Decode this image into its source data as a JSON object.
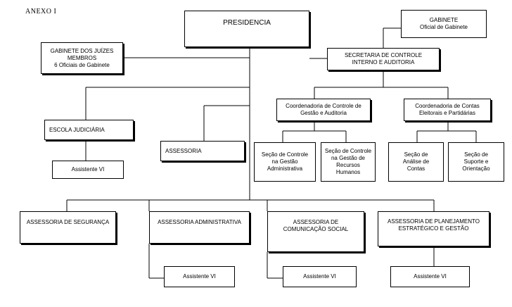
{
  "annex_label": "ANEXO I",
  "nodes": {
    "presidencia": [
      "PRESIDENCIA"
    ],
    "gabinete": [
      "GABINETE",
      "Oficial de Gabinete"
    ],
    "juizes": [
      "GABINETE DOS JUÍZES",
      "MEMBROS",
      "6 Oficiais de Gabinete"
    ],
    "secretaria": [
      "SECRETARIA DE CONTROLE",
      "INTERNO E AUDITORIA"
    ],
    "coord_controle": [
      "Coordenadoria de Controle de",
      "Gestão e Auditoria"
    ],
    "coord_contas": [
      "Coordenadoria de Contas",
      "Eleitorais e Partidárias"
    ],
    "escola": [
      "ESCOLA JUDICIÁRIA"
    ],
    "assessoria": [
      "ASSESSORIA"
    ],
    "assistente_escola": [
      "Assistente VI"
    ],
    "secao_adm": [
      "Seção de Controle",
      "na Gestão",
      "Administrativa"
    ],
    "secao_rh": [
      "Seção de Controle",
      "na Gestão de",
      "Recursos",
      "Humanos"
    ],
    "secao_analise": [
      "Seção de",
      "Análise de",
      "Contas"
    ],
    "secao_suporte": [
      "Seção de",
      "Suporte e",
      "Orientação"
    ],
    "seguranca": [
      "ASSESSORIA DE SEGURANÇA"
    ],
    "administrativa": [
      "ASSESSORIA ADMINISTRATIVA"
    ],
    "comunicacao": [
      "ASSESSORIA DE",
      "COMUNICAÇÃO SOCIAL"
    ],
    "planejamento": [
      "ASSESSORIA DE PLANEJAMENTO",
      "ESTRATÉGICO E GESTÃO"
    ],
    "assistente_adm": [
      "Assistente VI"
    ],
    "assistente_com": [
      "Assistente VI"
    ],
    "assistente_plan": [
      "Assistente VI"
    ]
  }
}
